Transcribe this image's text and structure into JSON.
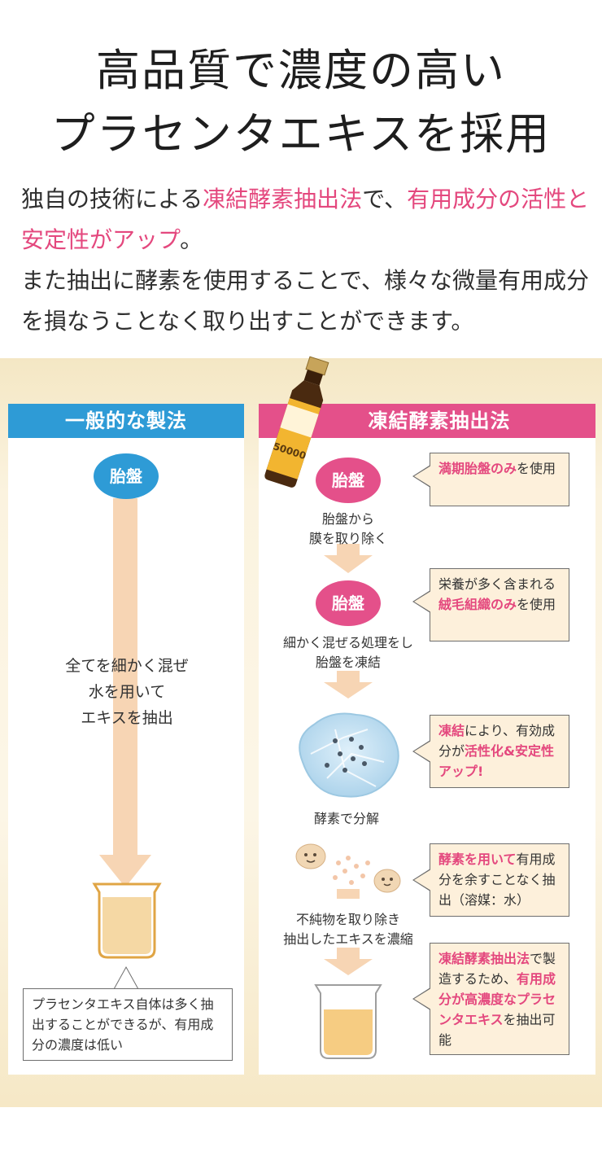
{
  "title": {
    "line1": "高品質で濃度の高い",
    "line2": "プラセンタエキスを採用"
  },
  "intro": {
    "p1_a": "独自の技術による",
    "p1_b": "凍結酵素抽出法",
    "p1_c": "で、",
    "p1_d": "有用成分の",
    "p1_e": "活性と安定性がアップ",
    "p1_f": "。",
    "p2": "また抽出に酵素を使用することで、様々な微量有用成分を損なうことなく取り出すことができます。"
  },
  "left": {
    "header": "一般的な製法",
    "step_circle": "胎盤",
    "process_lines": [
      "全てを細かく混ぜ",
      "水を用いて",
      "エキスを抽出"
    ],
    "note": "プラセンタエキス自体は多く抽出することができるが、有用成分の濃度は低い"
  },
  "right": {
    "header": "凍結酵素抽出法",
    "circle1": "胎盤",
    "circle2": "胎盤",
    "step1": [
      "胎盤から",
      "膜を取り除く"
    ],
    "step2": [
      "細かく混ぜる処理をし",
      "胎盤を凍結"
    ],
    "step3": [
      "酵素で分解"
    ],
    "step4": [
      "不純物を取り除き",
      "抽出したエキスを濃縮"
    ],
    "bubbles": [
      {
        "hl": "満期胎盤のみ",
        "rest": "を使用"
      },
      {
        "pre": "栄養が多く含まれる",
        "hl": "絨毛組織のみ",
        "rest": "を使用"
      },
      {
        "hl": "凍結",
        "mid": "により、有効成分が",
        "hl2": "活性化&安定性アップ!"
      },
      {
        "hl": "酵素を用いて",
        "rest": "有用成分を余すことなく抽出（溶媒：水）"
      },
      {
        "hl": "凍結酵素抽出法",
        "mid": "で製造するため、",
        "hl2": "有用成分が高濃度なプラセンタエキス",
        "rest": "を抽出可能"
      }
    ]
  },
  "bottle": {
    "label_number": "50000"
  },
  "colors": {
    "blue": "#2e9bd6",
    "pink": "#e4508a",
    "arrow": "#f7d5b4",
    "bubble_bg": "#fdf0db"
  }
}
